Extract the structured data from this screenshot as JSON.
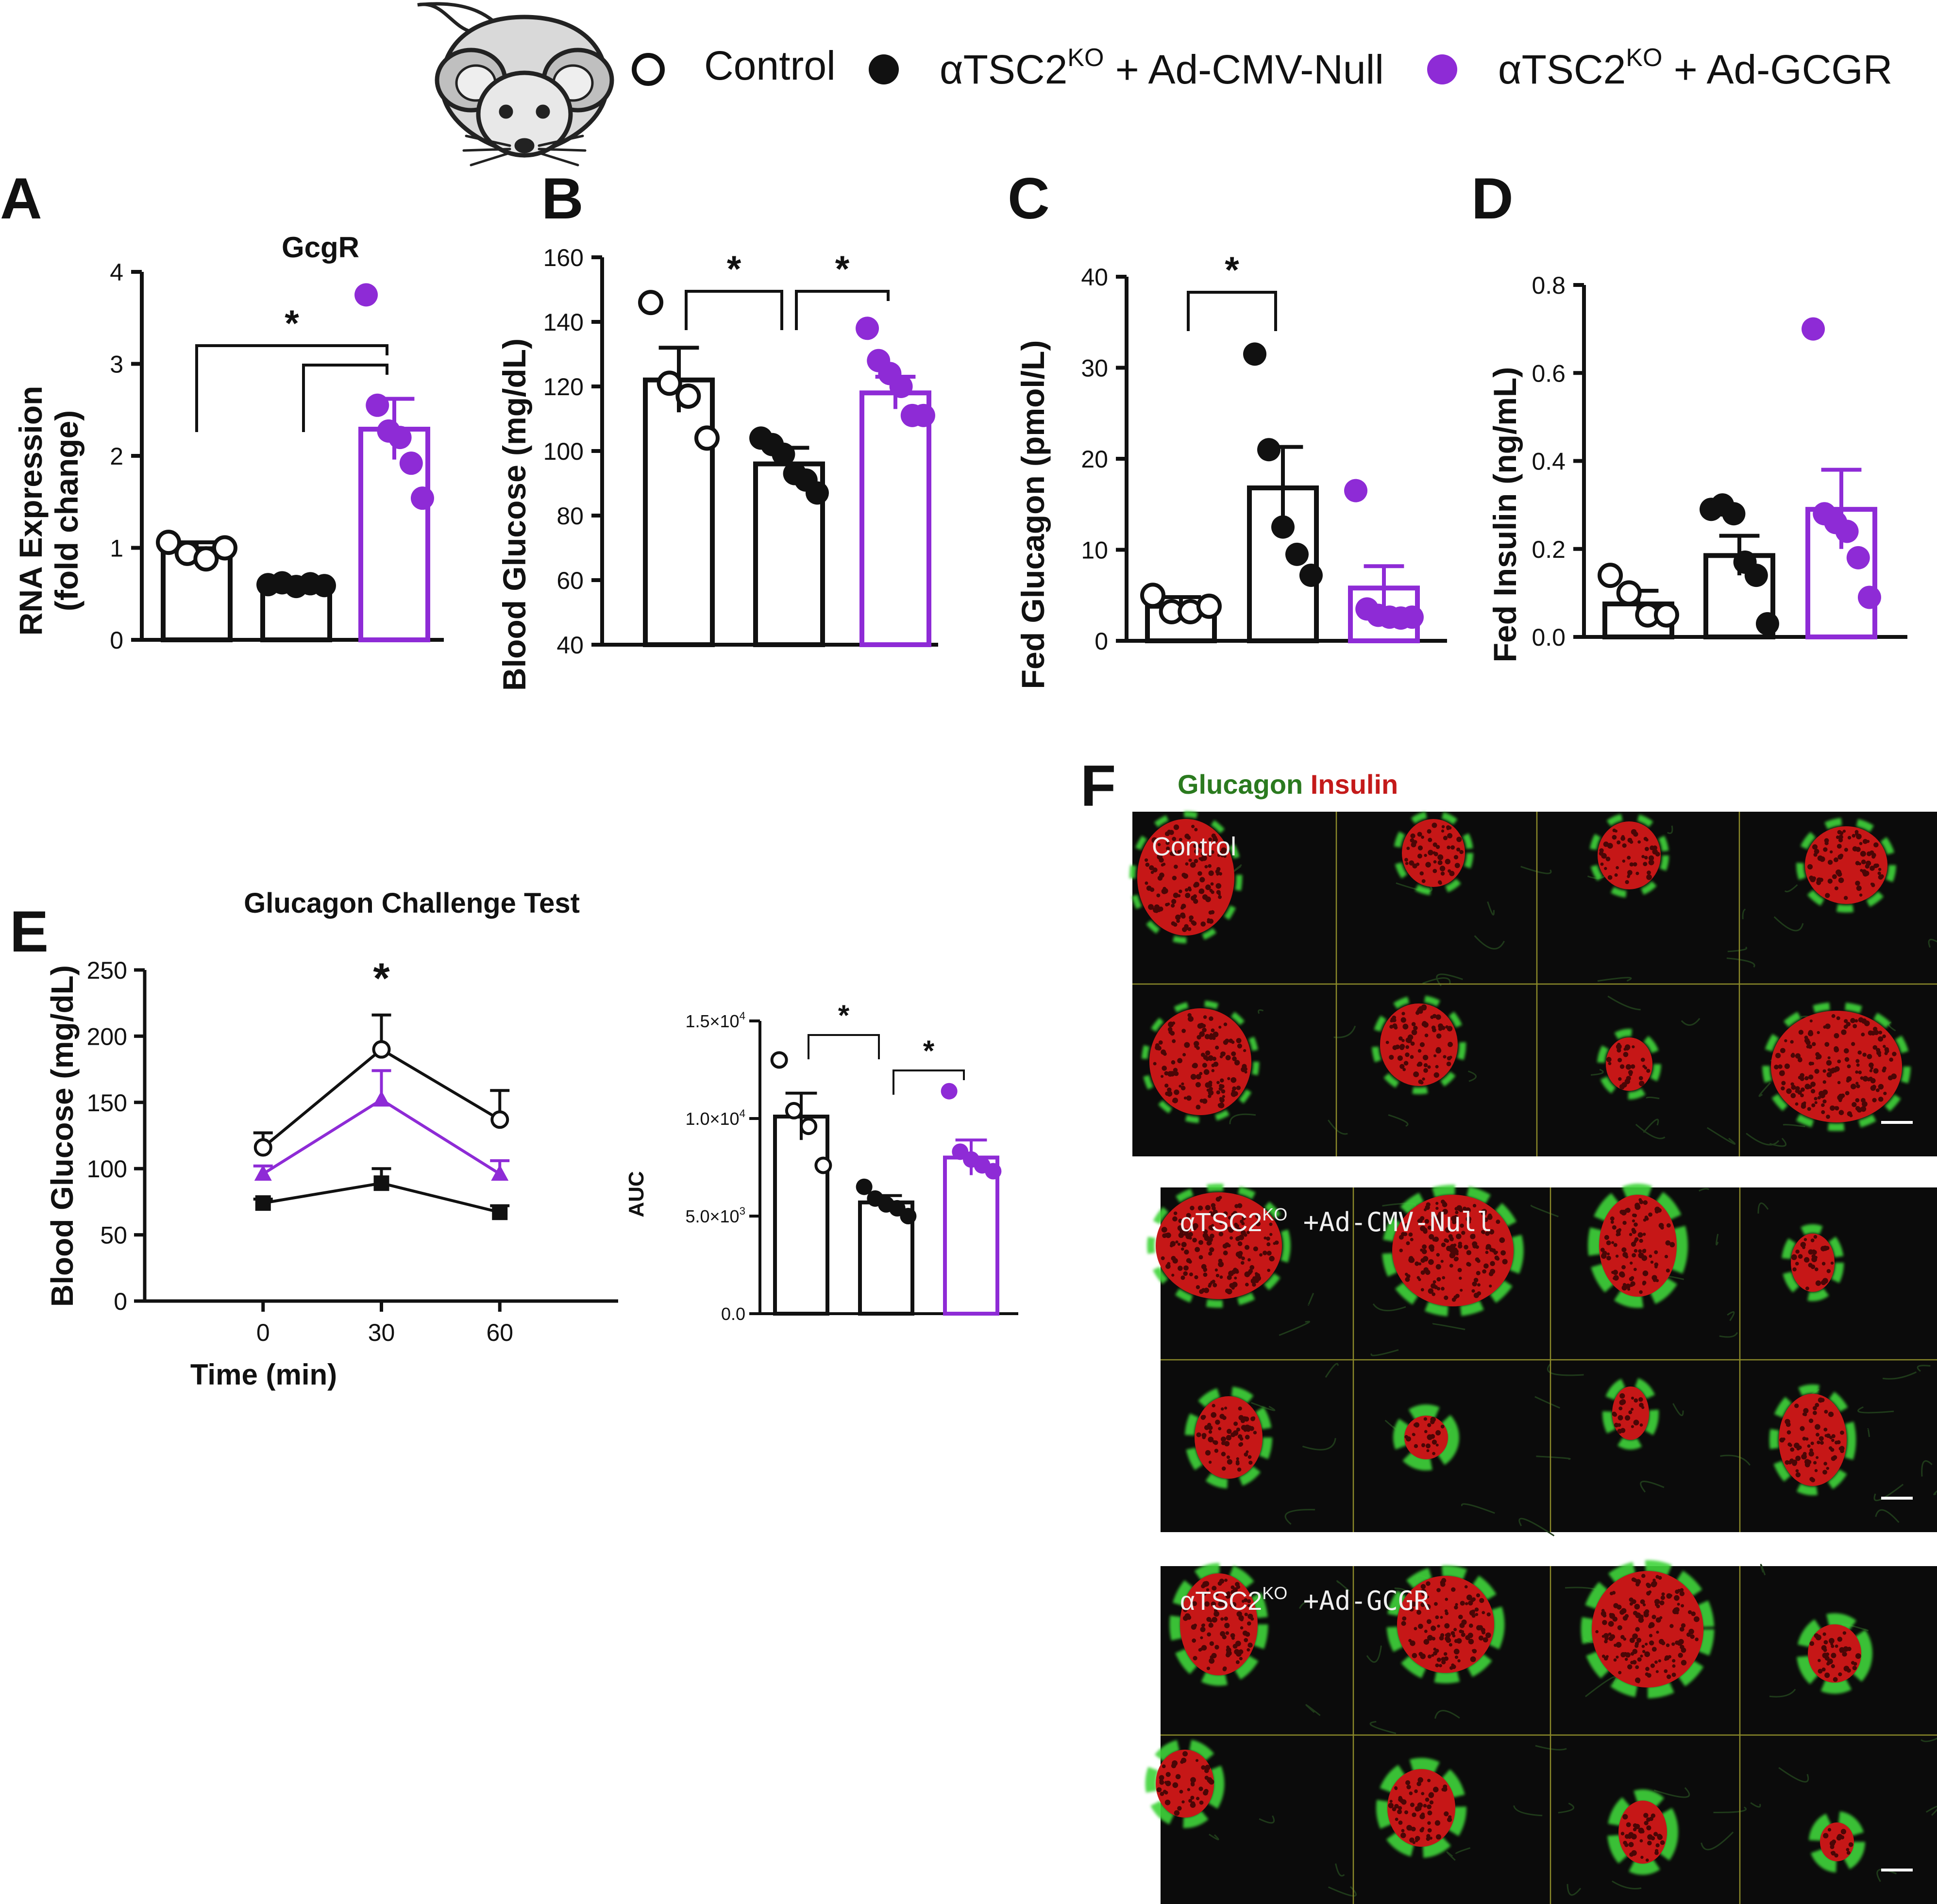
{
  "legend": {
    "items": [
      {
        "label": "Control",
        "marker": "open-circle",
        "color": "#111111"
      },
      {
        "label_main": "αTSC2",
        "label_sup": "KO",
        "label_rest": " + Ad-CMV-Null",
        "marker": "filled-circle",
        "color": "#111111"
      },
      {
        "label_main": "αTSC2",
        "label_sup": "KO",
        "label_rest": " + Ad-GCGR",
        "marker": "filled-circle",
        "color": "#8e2bd6"
      }
    ],
    "icon": "mouse-icon"
  },
  "colors": {
    "control": "#111111",
    "null": "#111111",
    "gcgr": "#8e2bd6",
    "green": "#2b7a1f",
    "red": "#c41a1a"
  },
  "panels": {
    "A": "A",
    "B": "B",
    "C": "C",
    "D": "D",
    "E": "E",
    "F": "F"
  },
  "chart_data": [
    {
      "id": "A",
      "type": "bar",
      "title": "GcgR",
      "ylabel_lines": [
        "RNA Expression",
        "(fold change)"
      ],
      "ylim": [
        0,
        4
      ],
      "yticks": [
        0,
        1,
        2,
        3,
        4
      ],
      "ytick_labels": [
        "0",
        "1",
        "2",
        "3",
        "4"
      ],
      "categories": [
        "Control",
        "αTSC2KO + Ad-CMV-Null",
        "αTSC2KO + Ad-GCGR"
      ],
      "values": [
        0.99,
        0.6,
        2.29
      ],
      "errors": [
        0.07,
        0.02,
        0.33
      ],
      "points": [
        [
          1.06,
          0.94,
          0.88,
          1.0
        ],
        [
          0.6,
          0.62,
          0.58,
          0.61,
          0.59
        ],
        [
          3.75,
          2.55,
          2.27,
          2.2,
          1.92,
          1.54
        ]
      ],
      "significance": [
        {
          "from": 0,
          "to": 2,
          "label": "*"
        },
        {
          "from": 1,
          "to": 2,
          "label": ""
        }
      ]
    },
    {
      "id": "B",
      "type": "bar",
      "title": "",
      "ylabel_lines": [
        "Blood Glucose (mg/dL)"
      ],
      "ylim": [
        40,
        160
      ],
      "yticks": [
        40,
        60,
        80,
        100,
        120,
        140,
        160
      ],
      "ytick_labels": [
        "40",
        "60",
        "80",
        "100",
        "120",
        "140",
        "160"
      ],
      "categories": [
        "Control",
        "αTSC2KO + Ad-CMV-Null",
        "αTSC2KO + Ad-GCGR"
      ],
      "values": [
        122,
        96,
        118
      ],
      "errors": [
        10,
        5,
        5
      ],
      "points": [
        [
          146,
          121,
          117,
          104
        ],
        [
          104,
          102,
          99,
          93,
          91,
          87
        ],
        [
          138,
          128,
          124,
          120,
          111,
          111
        ]
      ],
      "significance": [
        {
          "from": 0,
          "to": 1,
          "label": "*"
        },
        {
          "from": 1,
          "to": 2,
          "label": "*"
        }
      ]
    },
    {
      "id": "C",
      "type": "bar",
      "title": "",
      "ylabel_lines": [
        "Fed Glucagon (pmol/L)"
      ],
      "ylim": [
        0,
        40
      ],
      "yticks": [
        0,
        10,
        20,
        30,
        40
      ],
      "ytick_labels": [
        "0",
        "10",
        "20",
        "30",
        "40"
      ],
      "categories": [
        "Control",
        "αTSC2KO + Ad-CMV-Null",
        "αTSC2KO + Ad-GCGR"
      ],
      "values": [
        3.8,
        16.8,
        5.8
      ],
      "errors": [
        1.0,
        4.5,
        2.4
      ],
      "points": [
        [
          5.0,
          3.2,
          3.2,
          3.8
        ],
        [
          31.5,
          21.0,
          12.5,
          9.5,
          7.2
        ],
        [
          16.5,
          3.5,
          2.8,
          2.6,
          2.5,
          2.6
        ]
      ],
      "significance": [
        {
          "from": 0,
          "to": 1,
          "label": "*"
        }
      ]
    },
    {
      "id": "D",
      "type": "bar",
      "title": "",
      "ylabel_lines": [
        "Fed Insulin (ng/mL)"
      ],
      "ylim": [
        0,
        0.8
      ],
      "yticks": [
        0,
        0.2,
        0.4,
        0.6,
        0.8
      ],
      "ytick_labels": [
        "0.0",
        "0.2",
        "0.4",
        "0.6",
        "0.8"
      ],
      "categories": [
        "Control",
        "αTSC2KO + Ad-CMV-Null",
        "αTSC2KO + Ad-GCGR"
      ],
      "values": [
        0.075,
        0.185,
        0.29
      ],
      "errors": [
        0.03,
        0.045,
        0.09
      ],
      "points": [
        [
          0.14,
          0.1,
          0.05,
          0.05
        ],
        [
          0.29,
          0.3,
          0.28,
          0.17,
          0.14,
          0.03
        ],
        [
          0.7,
          0.28,
          0.26,
          0.24,
          0.18,
          0.09
        ]
      ],
      "significance": []
    },
    {
      "id": "E",
      "type": "line",
      "title": "Glucagon Challenge Test",
      "xlabel": "Time (min)",
      "ylabel": "Blood Glucose (mg/dL)",
      "x": [
        0,
        30,
        60
      ],
      "xlim": [
        -30,
        90
      ],
      "xtick_labels": [
        "0",
        "30",
        "60"
      ],
      "ylim": [
        0,
        250
      ],
      "yticks": [
        0,
        50,
        100,
        150,
        200,
        250
      ],
      "ytick_labels": [
        "0",
        "50",
        "100",
        "150",
        "200",
        "250"
      ],
      "series": [
        {
          "group": 0,
          "marker": "open-circle",
          "color": "#111111",
          "values": [
            116,
            190,
            137
          ],
          "errors": [
            11,
            26,
            22
          ]
        },
        {
          "group": 1,
          "marker": "filled-square",
          "color": "#111111",
          "values": [
            74,
            89,
            67
          ],
          "errors": [
            3,
            11,
            5
          ]
        },
        {
          "group": 2,
          "marker": "filled-triangle",
          "color": "#8e2bd6",
          "values": [
            96,
            152,
            96
          ],
          "errors": [
            6,
            22,
            10
          ]
        }
      ],
      "annotations": [
        {
          "x": 30,
          "label": "*"
        }
      ]
    },
    {
      "id": "E-AUC",
      "type": "bar",
      "title": "",
      "ylabel_lines": [
        "AUC"
      ],
      "ylim": [
        0,
        15000
      ],
      "yticks": [
        0,
        5000,
        10000,
        15000
      ],
      "ytick_labels": [
        {
          "b": "0.0",
          "e": ""
        },
        {
          "b": "5.0×10",
          "e": "3"
        },
        {
          "b": "1.0×10",
          "e": "4"
        },
        {
          "b": "1.5×10",
          "e": "4"
        }
      ],
      "categories": [
        "Control",
        "αTSC2KO + Ad-CMV-Null",
        "αTSC2KO + Ad-GCGR"
      ],
      "values": [
        10100,
        5700,
        8000
      ],
      "errors": [
        1200,
        350,
        900
      ],
      "points": [
        [
          13000,
          10400,
          9600,
          7600
        ],
        [
          6500,
          5900,
          5600,
          5400,
          5000
        ],
        [
          11400,
          8300,
          7900,
          7600,
          7300
        ]
      ],
      "significance": [
        {
          "from": 0,
          "to": 1,
          "label": "*"
        },
        {
          "from": 1,
          "to": 2,
          "label": "*"
        }
      ]
    }
  ],
  "micrographs": {
    "header_green": "Glucagon",
    "header_red": " Insulin",
    "groups": [
      {
        "label_main": "Control",
        "label_sup": "",
        "label_rest": "",
        "pattern": "control"
      },
      {
        "label_main": "αTSC2",
        "label_sup": "KO",
        "label_rest": " +Ad-CMV-Null",
        "pattern": "null"
      },
      {
        "label_main": "αTSC2",
        "label_sup": "KO",
        "label_rest": " +Ad-GCGR",
        "pattern": "gcgr"
      }
    ]
  }
}
